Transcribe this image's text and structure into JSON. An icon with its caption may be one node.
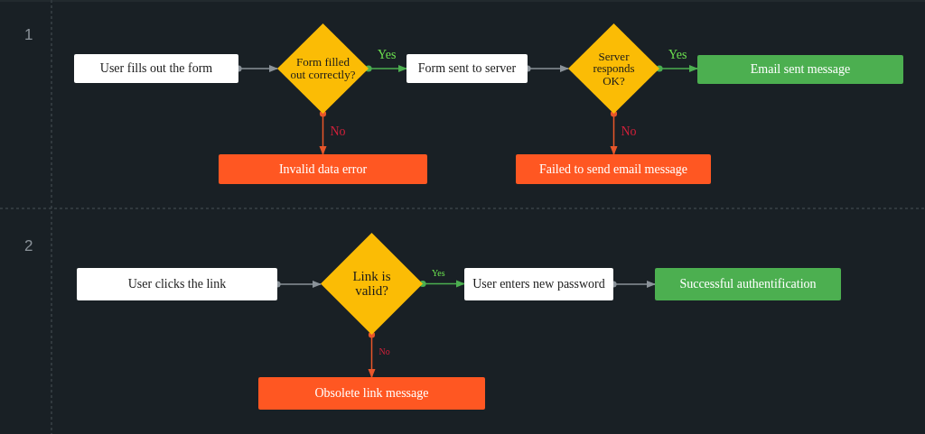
{
  "diagram": {
    "nodes": [
      {
        "text": [
          "User fills out the form"
        ]
      },
      {
        "text": [
          "Form filled out correctly?"
        ]
      },
      {
        "text": [
          "Form sent to server"
        ]
      },
      {
        "text": [
          "Server responds OK?"
        ]
      },
      {
        "text": [
          "Email sent message"
        ]
      },
      {
        "text": [
          "Invalid data error"
        ]
      },
      {
        "text": [
          "Failed to send email message"
        ]
      },
      {
        "text": [
          "User clicks the link"
        ]
      },
      {
        "text": [
          "Link is valid?"
        ]
      },
      {
        "text": [
          "User enters new password"
        ]
      },
      {
        "text": [
          "Successful authentification"
        ]
      },
      {
        "text": [
          "Obsolete link message"
        ]
      }
    ],
    "edges": [
      {
        "from": 0,
        "to": 1,
        "arrow": "to"
      },
      {
        "from": 1,
        "to": 2,
        "arrow": "to",
        "label": "Yes",
        "color": "#4caf50"
      },
      {
        "from": 2,
        "to": 3,
        "arrow": "to"
      },
      {
        "from": 3,
        "to": 4,
        "arrow": "to",
        "label": "Yes",
        "color": "#4caf50"
      },
      {
        "from": 1,
        "to": 5,
        "arrow": "to",
        "label": "No",
        "color": "#e8562a"
      },
      {
        "from": 3,
        "to": 6,
        "arrow": "to",
        "label": "No",
        "color": "#e8562a"
      },
      {
        "from": 7,
        "to": 8,
        "arrow": "to"
      },
      {
        "from": 8,
        "to": 9,
        "arrow": "to",
        "label": "Yes",
        "color": "#4caf50"
      },
      {
        "from": 9,
        "to": 10,
        "arrow": "to"
      },
      {
        "from": 8,
        "to": 11,
        "arrow": "to",
        "label": "No",
        "color": "#e8562a"
      }
    ],
    "labels": [
      "1",
      "2"
    ]
  }
}
